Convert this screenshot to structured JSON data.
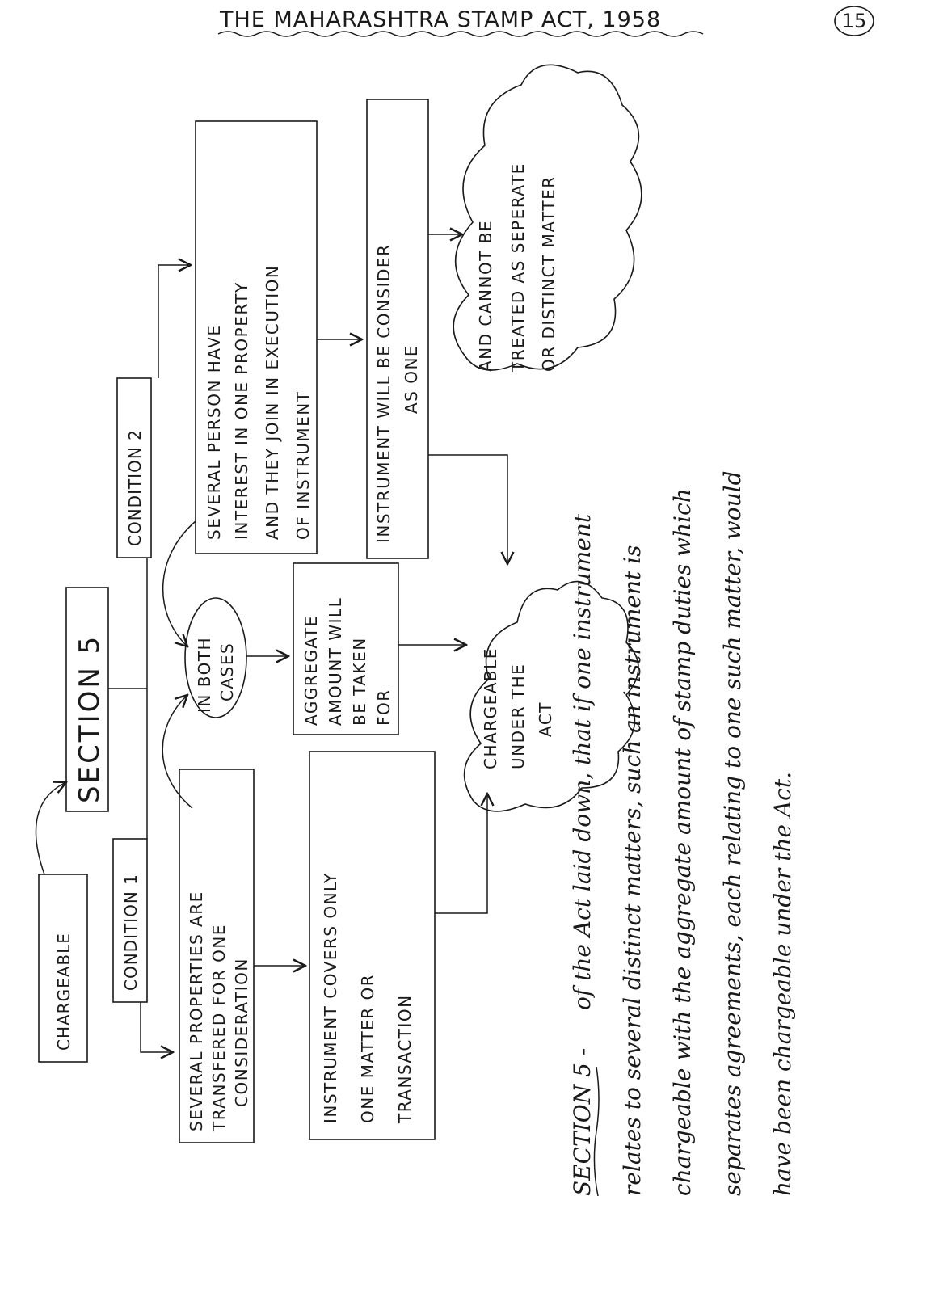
{
  "header": {
    "title": "THE MAHARASHTRA STAMP ACT, 1958",
    "page_number": "15"
  },
  "diagram": {
    "chargeable": "CHARGEABLE",
    "section": "SECTION 5",
    "condition1": "CONDITION 1",
    "condition2": "CONDITION 2",
    "c1_box_lines": [
      "SEVERAL PROPERTIES ARE",
      "TRANSFERED FOR ONE",
      "CONSIDERATION"
    ],
    "c1_result_lines": [
      "INSTRUMENT COVERS ONLY",
      "ONE MATTER OR",
      "TRANSACTION"
    ],
    "c2_box_lines": [
      "SEVERAL PERSON HAVE",
      "INTEREST IN ONE PROPERTY",
      "AND THEY JOIN IN EXECUTION",
      "OF INSTRUMENT"
    ],
    "c2_result_lines": [
      "INSTRUMENT WILL BE CONSIDER",
      "AS ONE"
    ],
    "cloud_right_lines": [
      "AND CANNOT BE",
      "TREATED AS SEPERATE",
      "OR DISTINCT MATTER"
    ],
    "both_cases_lines": [
      "IN BOTH",
      "CASES"
    ],
    "aggregate_lines": [
      "AGGREGATE",
      "AMOUNT WILL",
      "BE TAKEN",
      "FOR"
    ],
    "chargeable_cloud_lines": [
      "CHARGEABLE",
      "UNDER THE",
      "ACT"
    ]
  },
  "paragraph": {
    "label": "SECTION 5 -",
    "lines": [
      "of the Act laid down, that if one instrument",
      "relates to several distinct matters, such an instrument is",
      "chargeable with the aggregate amount of stamp duties which",
      "separates agreements, each relating to one such matter, would",
      "have been chargeable under the Act."
    ]
  }
}
